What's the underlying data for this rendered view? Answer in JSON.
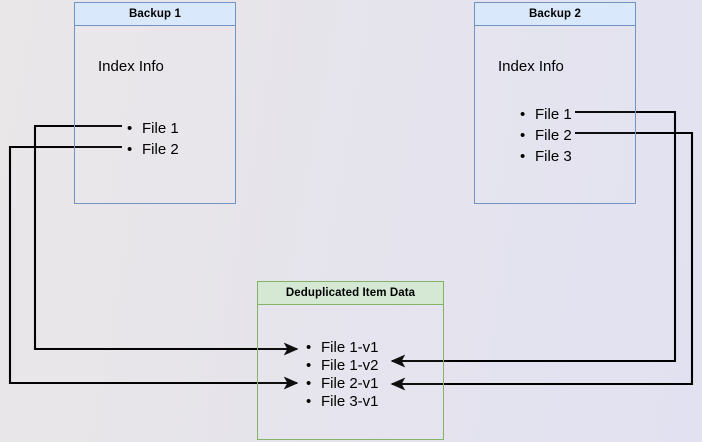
{
  "diagram": {
    "title": "Backup deduplication index diagram",
    "background_left": "#e9e7e8",
    "background_right": "#e1e1f1",
    "connector_color": "#000000",
    "blue_fill": "#dae8fc",
    "blue_stroke": "#7194c4",
    "green_fill": "#d5e8d4",
    "green_stroke": "#82b366"
  },
  "backup1": {
    "title": "Backup 1",
    "index_label": "Index Info",
    "files": [
      {
        "label": "File 1"
      },
      {
        "label": "File 2"
      }
    ]
  },
  "backup2": {
    "title": "Backup 2",
    "index_label": "Index Info",
    "files": [
      {
        "label": "File 1"
      },
      {
        "label": "File 2"
      },
      {
        "label": "File 3"
      }
    ]
  },
  "dedup": {
    "title": "Deduplicated Item Data",
    "items": [
      {
        "label": "File 1-v1"
      },
      {
        "label": "File 1-v2"
      },
      {
        "label": "File 2-v1"
      },
      {
        "label": "File 3-v1"
      }
    ]
  },
  "connectors": [
    {
      "name": "backup1-file1-to-file1v1",
      "from": "Backup 1 / File 1",
      "to": "Deduplicated Item Data / File 1-v1",
      "direction": "right"
    },
    {
      "name": "backup1-file2-to-file2v1",
      "from": "Backup 1 / File 2",
      "to": "Deduplicated Item Data / File 2-v1",
      "direction": "right"
    },
    {
      "name": "backup2-file1-to-file1v2",
      "from": "Backup 2 / File 1",
      "to": "Deduplicated Item Data / File 1-v2",
      "direction": "left"
    },
    {
      "name": "backup2-file2-to-file2v1",
      "from": "Backup 2 / File 2",
      "to": "Deduplicated Item Data / File 2-v1",
      "direction": "left"
    }
  ]
}
